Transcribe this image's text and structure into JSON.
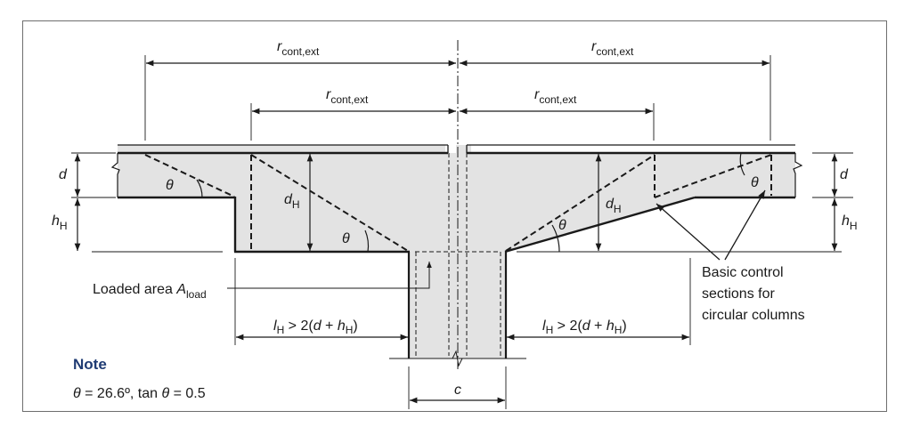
{
  "dimensions": {
    "r_outer_left": {
      "base": "r",
      "sub": "cont,ext"
    },
    "r_outer_right": {
      "base": "r",
      "sub": "cont,ext"
    },
    "r_inner_left": {
      "base": "r",
      "sub": "cont,ext"
    },
    "r_inner_right": {
      "base": "r",
      "sub": "cont,ext"
    },
    "d_left": "d",
    "d_right": "d",
    "hH_left": {
      "base": "h",
      "sub": "H"
    },
    "hH_right": {
      "base": "h",
      "sub": "H"
    },
    "dH_left": {
      "base": "d",
      "sub": "H"
    },
    "dH_right": {
      "base": "d",
      "sub": "H"
    },
    "theta": "θ",
    "lH_left": {
      "pre": "l",
      "sub": "H",
      "mid": " > 2(",
      "d": "d",
      "plus": " + ",
      "h": "h",
      "hsub": "H",
      "post": ")"
    },
    "lH_right": {
      "pre": "l",
      "sub": "H",
      "mid": " > 2(",
      "d": "d",
      "plus": " + ",
      "h": "h",
      "hsub": "H",
      "post": ")"
    },
    "c": "c"
  },
  "labels": {
    "loaded_area_text": "Loaded area ",
    "loaded_area_sym": "A",
    "loaded_area_sub": "load",
    "control_sections": [
      "Basic control",
      "sections for",
      "circular columns"
    ]
  },
  "note": {
    "heading": "Note",
    "theta": "θ",
    "eq1": " = 26.6º, tan ",
    "eq2": " = 0.5"
  },
  "colors": {
    "fill": "#e3e3e3",
    "line": "#1a1a1a",
    "note": "#1f3b73",
    "frame": "#6e6e6e"
  }
}
